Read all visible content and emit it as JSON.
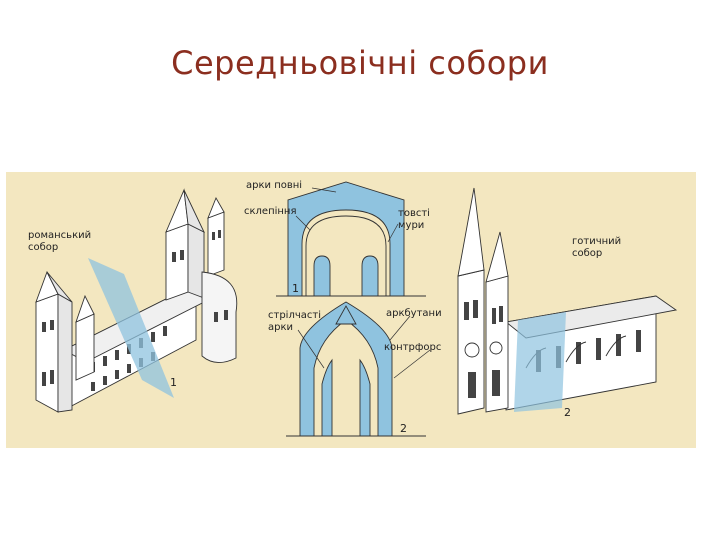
{
  "slide": {
    "title": "Середньовічні собори"
  },
  "diagram": {
    "labels": {
      "romanesque": [
        "романський",
        "собор"
      ],
      "gothic": [
        "готичний",
        "собор"
      ],
      "full_arches": "арки повні",
      "vaults": "склепіння",
      "thick_walls": [
        "товсті",
        "мури"
      ],
      "pointed_arches": [
        "стрілчасті",
        "арки"
      ],
      "flying_buttresses": "аркбутани",
      "buttresses": "контрфорс"
    },
    "numbers": {
      "one_a": "1",
      "one_b": "1",
      "two_a": "2",
      "two_b": "2"
    },
    "colors": {
      "background": "#f3e7c0",
      "section": "#8fc3df",
      "stroke": "#333333",
      "title": "#8b2e1f"
    }
  }
}
